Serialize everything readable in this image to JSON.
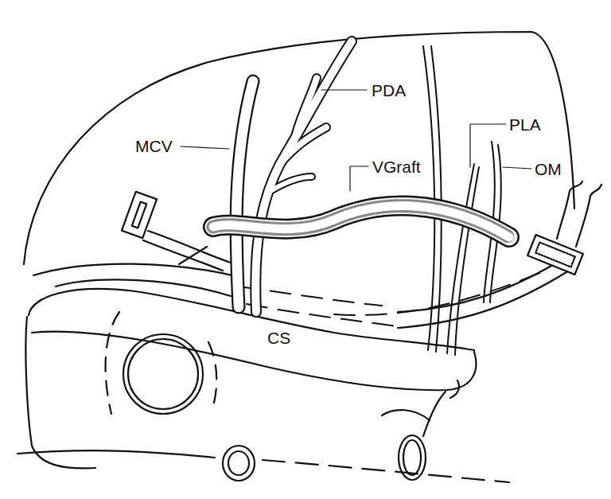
{
  "diagram": {
    "labels": [
      "PDA",
      "MCV",
      "VGraft",
      "PLA",
      "OM",
      "CS"
    ]
  }
}
